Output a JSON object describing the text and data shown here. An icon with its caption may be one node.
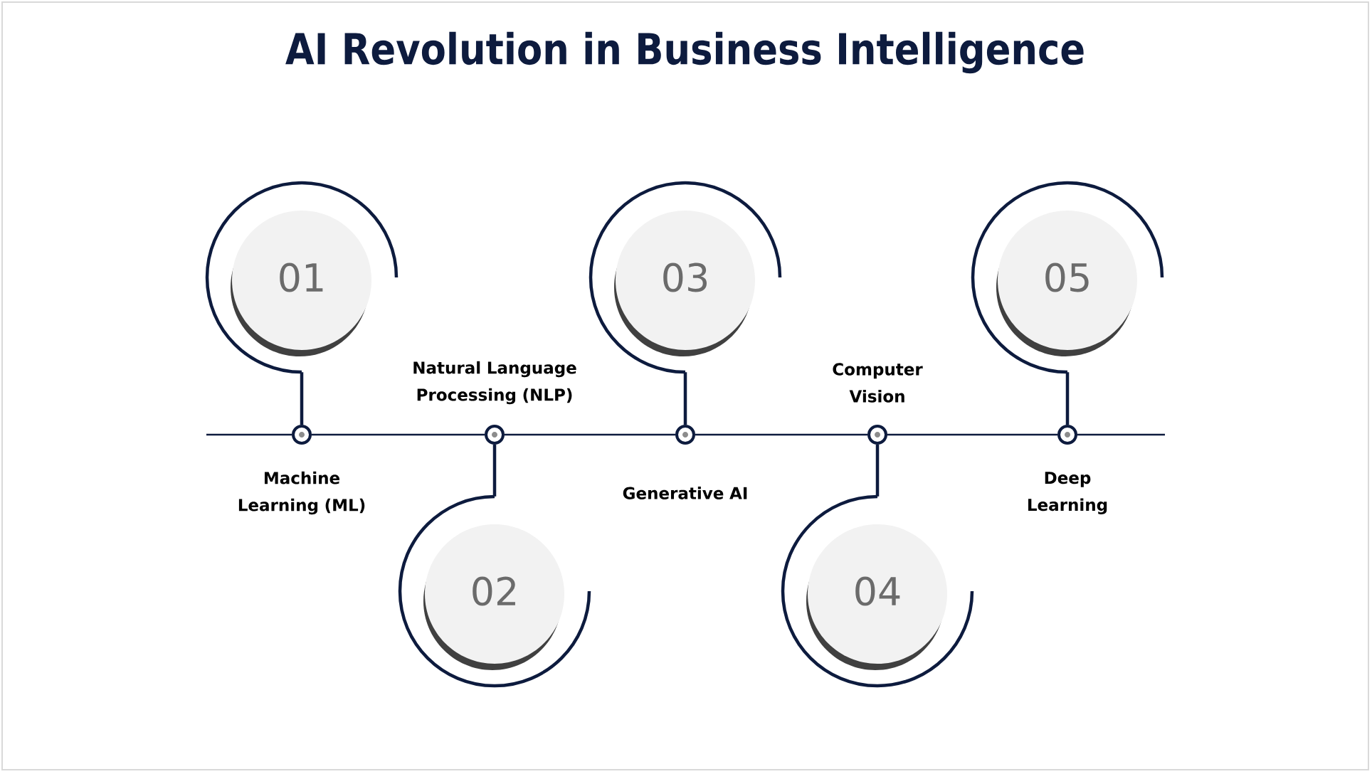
{
  "diagram": {
    "title": "AI Revolution in Business Intelligence",
    "nodes": [
      {
        "text": [
          "01"
        ]
      },
      {
        "text": [
          "02"
        ]
      },
      {
        "text": [
          "03"
        ]
      },
      {
        "text": [
          "04"
        ]
      },
      {
        "text": [
          "05"
        ]
      },
      {
        "text": [],
        "shape": "circle",
        "beside": [
          "Machine Learning (ML)"
        ]
      },
      {
        "text": [],
        "shape": "circle",
        "beside": [
          "Natural Language Processing (NLP)"
        ]
      },
      {
        "text": [],
        "shape": "circle",
        "beside": [
          "Generative AI"
        ]
      },
      {
        "text": [],
        "shape": "circle",
        "beside": [
          "Computer Vision"
        ]
      },
      {
        "text": [],
        "shape": "circle",
        "beside": [
          "Deep Learning"
        ]
      }
    ],
    "edges": [
      {
        "from": 0,
        "to": 5,
        "arrow": "none"
      },
      {
        "from": 1,
        "to": 6,
        "arrow": "none"
      },
      {
        "from": 2,
        "to": 7,
        "arrow": "none"
      },
      {
        "from": 3,
        "to": 8,
        "arrow": "none"
      },
      {
        "from": 4,
        "to": 9,
        "arrow": "none"
      },
      {
        "from": 5,
        "to": 6,
        "arrow": "none"
      },
      {
        "from": 6,
        "to": 7,
        "arrow": "none"
      },
      {
        "from": 7,
        "to": 8,
        "arrow": "none"
      },
      {
        "from": 8,
        "to": 9,
        "arrow": "none"
      }
    ]
  }
}
